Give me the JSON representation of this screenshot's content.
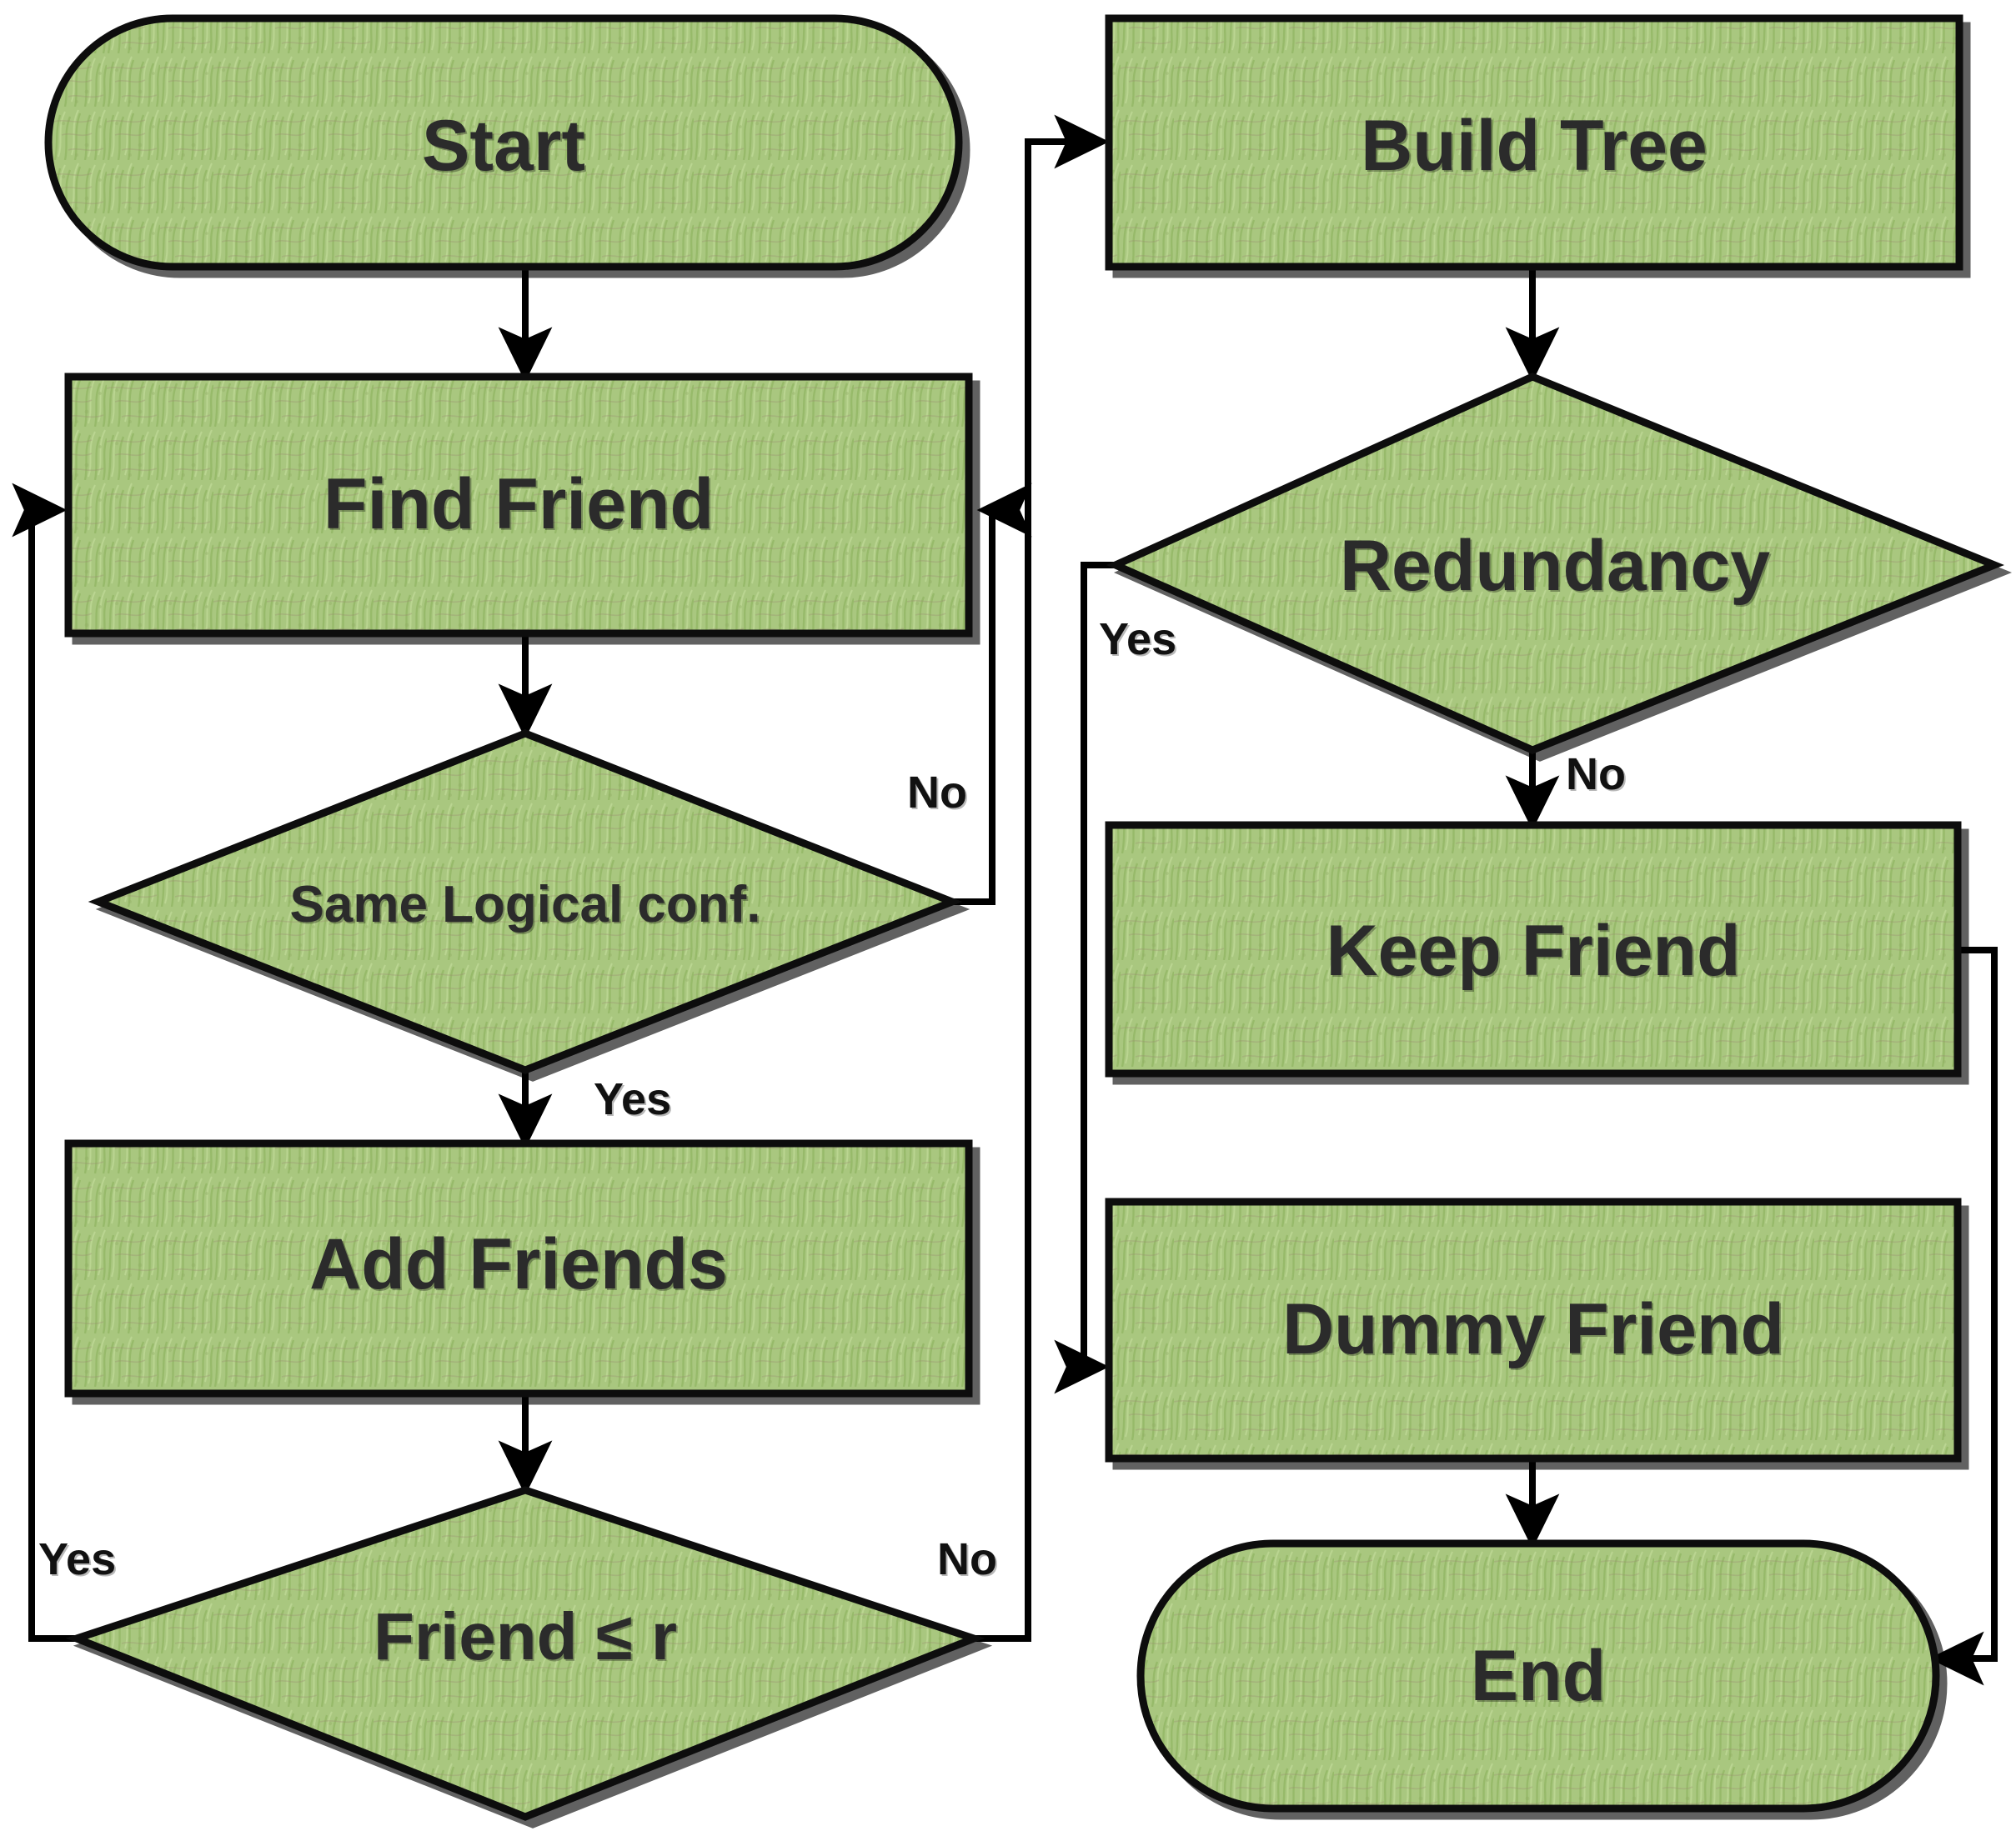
{
  "diagram": {
    "type": "flowchart",
    "title": "Friend selection and tree building flowchart",
    "colors": {
      "node_fill": "#a9c77f",
      "node_fill_dark": "#8fae63",
      "node_stroke": "#111111",
      "text": "#2b2b2b",
      "edge": "#000000",
      "background": "#ffffff"
    }
  },
  "nodes": {
    "start": {
      "label": "Start",
      "shape": "stadium"
    },
    "find_friend": {
      "label": "Find Friend",
      "shape": "rectangle"
    },
    "same_logical": {
      "label": "Same Logical conf.",
      "shape": "diamond"
    },
    "add_friends": {
      "label": "Add Friends",
      "shape": "rectangle"
    },
    "friend_le_r": {
      "label": "Friend ≤ r",
      "shape": "diamond"
    },
    "build_tree": {
      "label": "Build Tree",
      "shape": "rectangle"
    },
    "redundancy": {
      "label": "Redundancy",
      "shape": "diamond"
    },
    "keep_friend": {
      "label": "Keep Friend",
      "shape": "rectangle"
    },
    "dummy_friend": {
      "label": "Dummy Friend",
      "shape": "rectangle"
    },
    "end": {
      "label": "End",
      "shape": "stadium"
    }
  },
  "edge_labels": {
    "same_logical_no": "No",
    "same_logical_yes": "Yes",
    "friend_le_r_yes": "Yes",
    "friend_le_r_no": "No",
    "redundancy_yes": "Yes",
    "redundancy_no": "No"
  },
  "edges": [
    {
      "from": "start",
      "to": "find_friend",
      "label": ""
    },
    {
      "from": "find_friend",
      "to": "same_logical",
      "label": ""
    },
    {
      "from": "same_logical",
      "to": "find_friend",
      "label": "No"
    },
    {
      "from": "same_logical",
      "to": "add_friends",
      "label": "Yes"
    },
    {
      "from": "add_friends",
      "to": "friend_le_r",
      "label": ""
    },
    {
      "from": "friend_le_r",
      "to": "find_friend",
      "label": "Yes"
    },
    {
      "from": "friend_le_r",
      "to": "build_tree",
      "label": "No"
    },
    {
      "from": "build_tree",
      "to": "redundancy",
      "label": ""
    },
    {
      "from": "redundancy",
      "to": "dummy_friend",
      "label": "Yes"
    },
    {
      "from": "redundancy",
      "to": "keep_friend",
      "label": "No"
    },
    {
      "from": "keep_friend",
      "to": "end",
      "label": ""
    },
    {
      "from": "dummy_friend",
      "to": "end",
      "label": ""
    }
  ]
}
